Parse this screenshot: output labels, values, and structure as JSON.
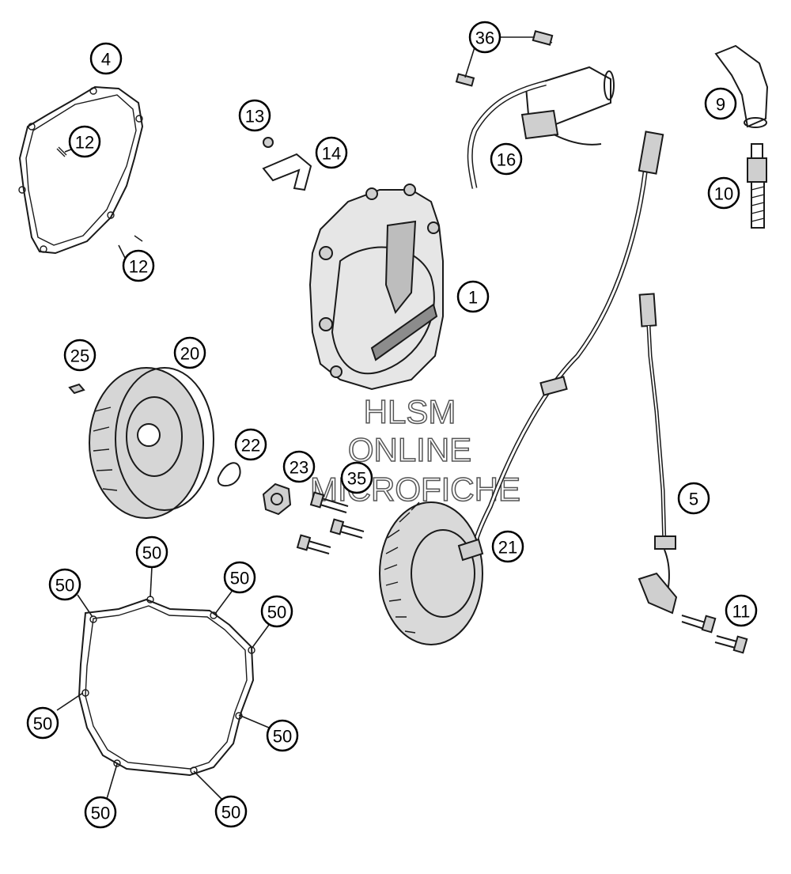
{
  "diagram": {
    "watermark": [
      "HLSM",
      "ONLINE",
      "MICROFICHE"
    ],
    "callouts": {
      "c1": "1",
      "c4": "4",
      "c5": "5",
      "c9": "9",
      "c10": "10",
      "c11": "11",
      "c12a": "12",
      "c12b": "12",
      "c13": "13",
      "c14": "14",
      "c16": "16",
      "c20": "20",
      "c21": "21",
      "c22": "22",
      "c23": "23",
      "c25": "25",
      "c35": "35",
      "c36": "36",
      "c50a": "50",
      "c50b": "50",
      "c50c": "50",
      "c50d": "50",
      "c50e": "50",
      "c50f": "50",
      "c50g": "50",
      "c50h": "50"
    }
  }
}
